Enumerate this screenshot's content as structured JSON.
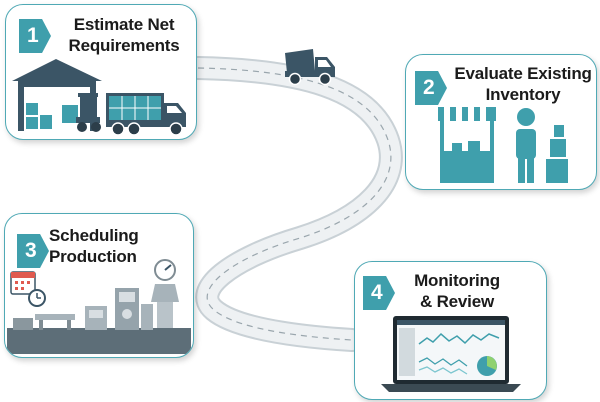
{
  "colors": {
    "teal": "#3f9fac",
    "slate": "#3b5566",
    "card_border": "#4fa9b5",
    "road": "#eef1f3"
  },
  "steps": [
    {
      "number": "1",
      "title_lines": [
        "Estimate Net",
        "Requirements"
      ],
      "icons": [
        "warehouse-icon",
        "forklift-icon",
        "delivery-truck-icon"
      ]
    },
    {
      "number": "2",
      "title_lines": [
        "Evaluate Existing",
        "Inventory"
      ],
      "icons": [
        "store-icon",
        "person-icon",
        "boxes-icon"
      ]
    },
    {
      "number": "3",
      "title_lines": [
        "Scheduling",
        "Production"
      ],
      "icons": [
        "calendar-icon",
        "clock-icon",
        "production-line-icon",
        "gauge-icon"
      ]
    },
    {
      "number": "4",
      "title_lines": [
        "Monitoring",
        "& Review"
      ],
      "icons": [
        "laptop-dashboard-icon",
        "line-chart-icon",
        "pie-chart-icon"
      ]
    }
  ],
  "connector": {
    "type": "winding-road",
    "vehicle_icon": "dump-truck-icon"
  }
}
